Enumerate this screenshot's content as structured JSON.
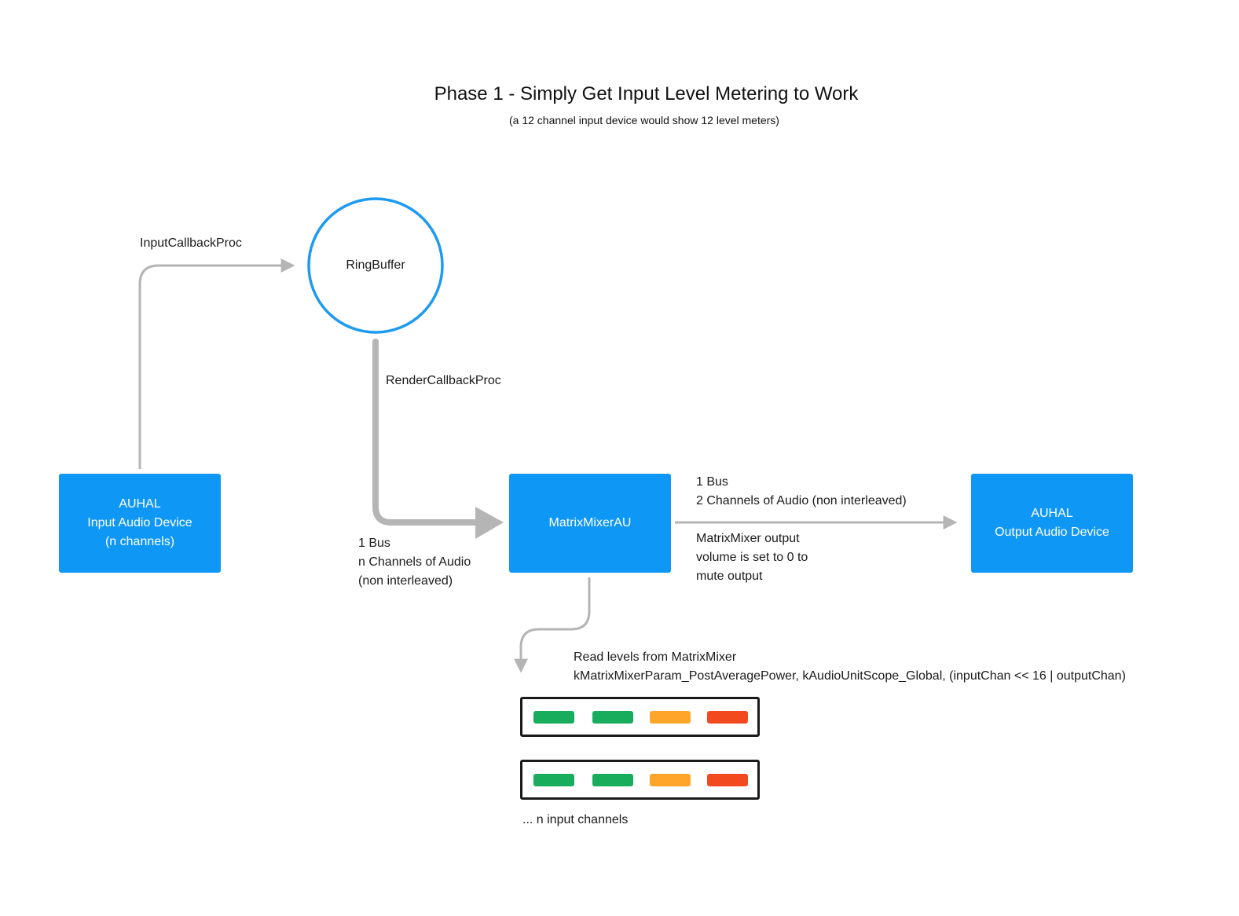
{
  "title": "Phase 1 - Simply Get Input Level Metering to Work",
  "subtitle": "(a 12 channel input device would show 12 level meters)",
  "nodes": {
    "input_device": [
      "AUHAL",
      "Input Audio Device",
      "(n channels)"
    ],
    "ring_buffer": "RingBuffer",
    "matrix_mixer": "MatrixMixerAU",
    "output_device": [
      "AUHAL",
      "Output Audio Device"
    ]
  },
  "edges": {
    "input_callback": "InputCallbackProc",
    "render_callback": "RenderCallbackProc",
    "mixer_input": [
      "1 Bus",
      "n Channels of Audio",
      "(non interleaved)"
    ],
    "mixer_output": [
      "1 Bus",
      "2 Channels of Audio (non interleaved)"
    ],
    "output_note": [
      "MatrixMixer output",
      "volume is set to 0 to",
      "mute output"
    ],
    "read_levels": [
      "Read levels from MatrixMixer",
      "kMatrixMixerParam_PostAveragePower, kAudioUnitScope_Global, (inputChan << 16 | outputChan)"
    ]
  },
  "meters": {
    "count_label": "... n input channels",
    "segment_colors": [
      "#17ad5c",
      "#17ad5c",
      "#ffa52a",
      "#f2491f"
    ]
  },
  "colors": {
    "node_fill": "#0f97f5",
    "circle_stroke": "#1e9bf0",
    "wire": "#b5b5b5"
  }
}
